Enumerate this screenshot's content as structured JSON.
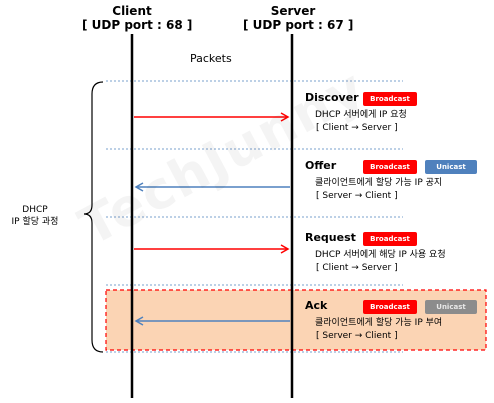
{
  "client": {
    "title": "Client",
    "port": "[ UDP port : 68 ]"
  },
  "server": {
    "title": "Server",
    "port": "[ UDP port : 67 ]"
  },
  "packets_label": "Packets",
  "process_label": {
    "line1": "DHCP",
    "line2": "IP 할당 과정"
  },
  "watermark": "TechJunny",
  "colors": {
    "red": "#ff0000",
    "blue": "#4f81bd",
    "gray": "#8c8c8c",
    "highlight": "#fbd4b4",
    "dash": "#4f81bd"
  },
  "messages": [
    {
      "name": "Discover",
      "direction": "client-to-server",
      "badges": [
        {
          "label": "Broadcast",
          "style": "red"
        }
      ],
      "description": "DHCP 서버에게 IP 요청",
      "flow": "[ Client → Server ]",
      "highlight": false
    },
    {
      "name": "Offer",
      "direction": "server-to-client",
      "badges": [
        {
          "label": "Broadcast",
          "style": "red"
        },
        {
          "label": "Unicast",
          "style": "blue"
        }
      ],
      "description": "클라이언트에게 할당 가능 IP 공지",
      "flow": "[ Server → Client ]",
      "highlight": false
    },
    {
      "name": "Request",
      "direction": "client-to-server",
      "badges": [
        {
          "label": "Broadcast",
          "style": "red"
        }
      ],
      "description": "DHCP 서버에게 해당 IP 사용 요청",
      "flow": "[ Client → Server ]",
      "highlight": false
    },
    {
      "name": "Ack",
      "direction": "server-to-client",
      "badges": [
        {
          "label": "Broadcast",
          "style": "red"
        },
        {
          "label": "Unicast",
          "style": "gray"
        }
      ],
      "description": "클라이언트에게 할당 가능 IP 부여",
      "flow": "[ Server → Client ]",
      "highlight": true
    }
  ]
}
